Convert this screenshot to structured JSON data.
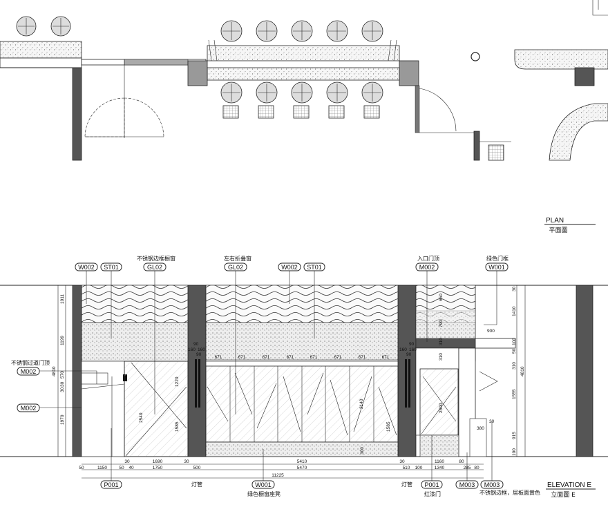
{
  "plan": {
    "title": "PLAN",
    "subtitle": "平面圖"
  },
  "elevation": {
    "title": "ELEVATION E",
    "subtitle": "立面圖 E"
  },
  "tags": {
    "w002_a": "W002",
    "st01_a": "ST01",
    "gl02_a": "GL02",
    "gl02_b": "GL02",
    "w002_b": "W002",
    "st01_b": "ST01",
    "m002_a": "M002",
    "w001_a": "W001",
    "m002_left1": "M002",
    "m002_left2": "M002",
    "p001_a": "P001",
    "w001_b": "W001",
    "p001_b": "P001",
    "m003_a": "M003",
    "m003_b": "M003"
  },
  "notes": {
    "stainless_window": "不锈钢边框橱窗",
    "folding_window": "左右折叠窗",
    "entrance_top": "入口门顶",
    "green_frame": "绿色门框",
    "stainless_ceiling": "不锈钢过道门顶",
    "lamp_tube_a": "灯管",
    "lamp_tube_b": "灯管",
    "green_bench": "绿色橱窗座凳",
    "red_door": "红漆门",
    "stainless_edge": "不锈钢边框，层板面黄色"
  },
  "dims": {
    "left_v": [
      "1011",
      "1199",
      "4810",
      "570",
      "30",
      "30",
      "1970"
    ],
    "right_v": [
      "1410",
      "100",
      "50",
      "310",
      "4810",
      "1555",
      "915",
      "100",
      "30"
    ],
    "bottom_row1": [
      "30",
      "1690",
      "30",
      "5410",
      "30",
      "1160",
      "80"
    ],
    "bottom_row2": [
      "50",
      "1150",
      "50",
      "40",
      "1750",
      "500",
      "5470",
      "510",
      "100",
      "1340",
      "285",
      "80"
    ],
    "total": "11225",
    "window_divisions": [
      "671",
      "671",
      "671",
      "671",
      "671",
      "671",
      "671",
      "671"
    ],
    "misc": [
      "90",
      "160",
      "160",
      "90",
      "90",
      "90",
      "160",
      "160",
      "2540",
      "1220",
      "1585",
      "2140",
      "1585",
      "300",
      "650",
      "790",
      "310",
      "310",
      "900",
      "2500",
      "380",
      "30"
    ]
  }
}
